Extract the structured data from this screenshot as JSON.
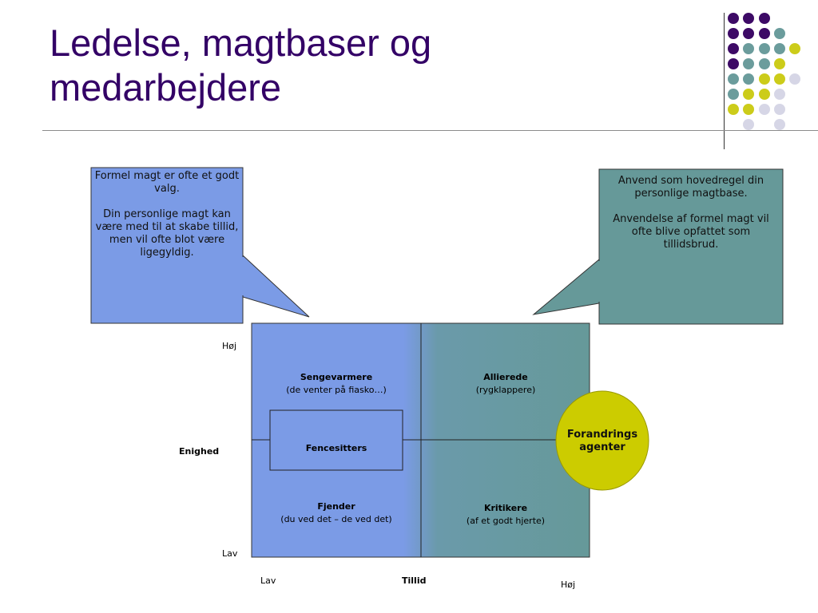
{
  "slide": {
    "title_line1": "Ledelse, magtbaser og",
    "title_line2": "medarbejdere"
  },
  "callouts": {
    "left_p1": "Formel magt er ofte et godt valg.",
    "left_p2": "Din personlige magt kan være med til at skabe tillid, men vil ofte blot være ligegyldig.",
    "right_p1": "Anvend som hovedregel din personlige magtbase.",
    "right_p2": "Anvendelse af formel magt vil ofte blive opfattet som tillidsbrud."
  },
  "quadrants": {
    "top_left_title": "Sengevarmere",
    "top_left_sub": "(de venter på fiasko…)",
    "top_right_title": "Allierede",
    "top_right_sub": "(rygklappere)",
    "center_title": "Fencesitters",
    "bottom_left_title": "Fjender",
    "bottom_left_sub": "(du ved det – de ved det)",
    "bottom_right_title": "Kritikere",
    "bottom_right_sub": "(af et godt hjerte)"
  },
  "agent": {
    "line1": "Forandrings",
    "line2": "agenter"
  },
  "axes": {
    "y_high": "Høj",
    "y_label": "Enighed",
    "y_low": "Lav",
    "x_low": "Lav",
    "x_label": "Tillid",
    "x_high": "Høj"
  },
  "colors": {
    "title": "#330066",
    "left_blue": "#7b9be6",
    "right_teal": "#669999",
    "agent_yellow": "#cccc00",
    "dot_purple": "#3d0a66",
    "dot_teal": "#6b9c9c",
    "dot_yellow": "#cccc1a",
    "dot_lavender": "#d6d6e6"
  }
}
